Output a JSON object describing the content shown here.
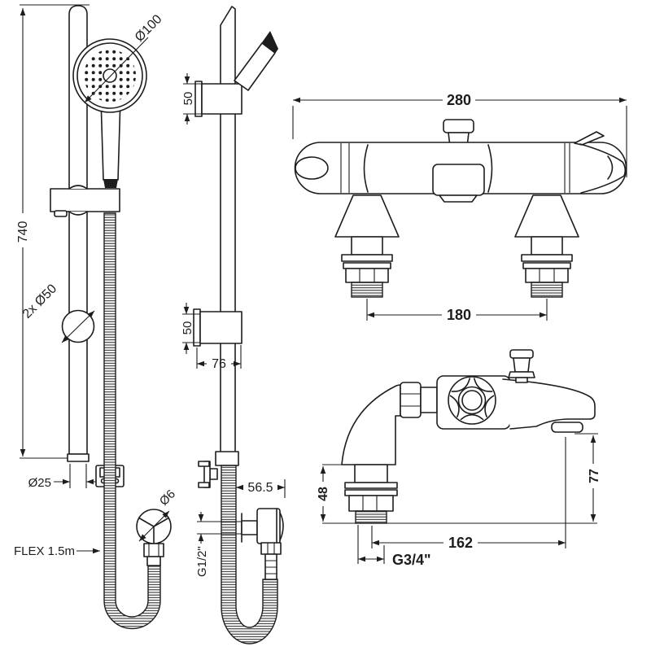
{
  "drawing": {
    "rail_front": {
      "length": "740",
      "head_dia": "Ø100",
      "wall_brackets": "2x Ø50",
      "rail_dia": "Ø25",
      "hose": "FLEX 1.5m",
      "outlet_dia": "Ø6"
    },
    "rail_side": {
      "top_bracket": "50",
      "bottom_bracket": "50",
      "bracket_depth": "76",
      "outlet_offset": "56.5",
      "outlet_thread": "G1/2\""
    },
    "mixer_front": {
      "width": "280",
      "inlet_centres": "180"
    },
    "mixer_side": {
      "shank": "48",
      "spout_drop": "77",
      "spout_reach": "162",
      "inlet_thread": "G3/4\""
    }
  },
  "colors": {
    "line": "#1d1d1d",
    "background": "#ffffff"
  }
}
